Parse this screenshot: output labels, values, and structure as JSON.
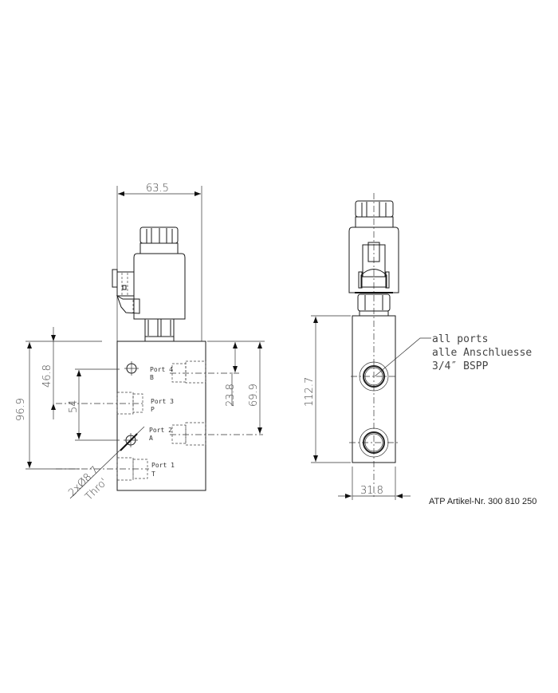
{
  "drawing": {
    "type": "technical-drawing",
    "views": [
      "front-view",
      "side-view"
    ]
  },
  "front_view": {
    "dimensions": {
      "width_top": "63.5",
      "height_total": "96.9",
      "dist_46_8": "46.8",
      "dist_54": "54",
      "dist_23_8": "23.8",
      "dist_69_9": "69.9",
      "hole_callout_1": "2xØ8.7",
      "hole_callout_2": "Thro'"
    },
    "ports": [
      {
        "name": "Port 4",
        "code": "B"
      },
      {
        "name": "Port 3",
        "code": "P"
      },
      {
        "name": "Port 2",
        "code": "A"
      },
      {
        "name": "Port 1",
        "code": "T"
      }
    ]
  },
  "side_view": {
    "dimensions": {
      "height": "112.7",
      "width": "31.8"
    },
    "note": {
      "line1": "all ports",
      "line2": "alle Anschluesse",
      "line3": "3/4″ BSPP"
    }
  },
  "caption": "ATP Artikel-Nr. 300 810 250"
}
